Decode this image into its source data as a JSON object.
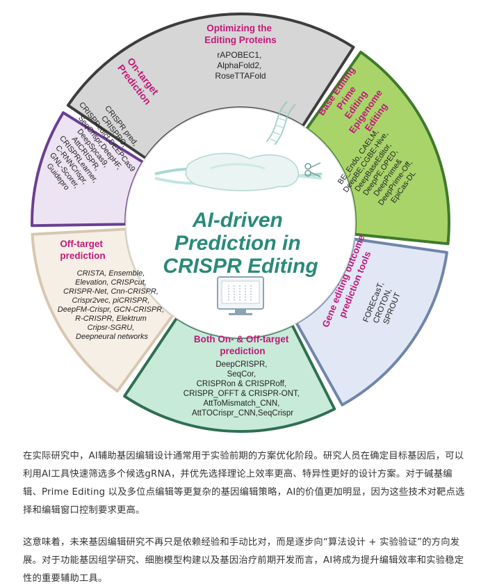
{
  "diagram": {
    "center": {
      "title_lines": [
        "AI-driven",
        "Prediction in",
        "CRISPR Editing"
      ]
    },
    "segments": [
      {
        "id": "optimizing-proteins",
        "heading_lines": [
          "Optimizing the",
          "Editing Proteins"
        ],
        "tools": [
          "rAPOBEC1,",
          "AlphaFold2,",
          "RoseTTAFold"
        ]
      },
      {
        "id": "base-prime-epigenome",
        "heading_lines": [
          "Base Editing",
          "Prime",
          "Editing",
          "Epigenome",
          "Editing"
        ],
        "tools": [
          "BE_Endo, CAELM,",
          "DeepBE,CGBE-Hive,",
          "DeepBaseEditor,",
          "DeepPE,OPED,",
          "DeepPrime&",
          "DeepPrime-Off,",
          "EpiCas-DL"
        ]
      },
      {
        "id": "gene-editing-outcome",
        "heading_lines": [
          "Gene editing outcome",
          "prediction tools"
        ],
        "tools": [
          "FORECasT,",
          "CROTON,",
          "SPROUT"
        ]
      },
      {
        "id": "both-on-off",
        "heading_lines": [
          "Both On- & Off-target",
          "prediction"
        ],
        "tools": [
          "DeepCRISPR,",
          "SeqCor,",
          "CRISPRon & CRISPRoff,",
          "CRISPR_OFFT & CRISPR-ONT,",
          "AttToMismatch_CNN,",
          "AttTOCrispr_CNN,SeqCrispr"
        ]
      },
      {
        "id": "off-target",
        "heading_lines": [
          "Off-target",
          "prediction"
        ],
        "tools": [
          "CRISTA, Ensemble,",
          "Elevation, CRISPcut,",
          "CRISPR-Net, Cnn-CRISPR,",
          "Crispr2vec, piCRISPR,",
          "DeepFM-Crispr, GCN-CRISPR,",
          "R-CRISPR,  Elektrum",
          "Cripsr-SGRU,",
          "Deepneural networks"
        ]
      },
      {
        "id": "on-target",
        "heading_lines": [
          "On-target",
          "Prediction"
        ],
        "tools": [
          "CRISPR pred,",
          "CRISPRO,",
          "CRISPRedict,DEEPCas9",
          "SeqCrispr,DeepHF,",
          "DeepSpcas9,",
          "AttCRISPR,",
          "CRISPRLearner,",
          "C-RNNCrispr,",
          "GNL-Scorer,",
          "Guidepro"
        ]
      }
    ],
    "colors": {
      "heading_magenta": "#c2187a",
      "center_teal": "#2a8a78",
      "seg_gray": "#d6d6d6",
      "seg_green": "#a9d46a",
      "seg_blue": "#e1e7f4",
      "seg_mint": "#c8ead9",
      "seg_beige": "#f6efe6",
      "seg_lavender": "#ece4f2",
      "ring_dark": "#3d3d3d",
      "ring_green": "#3f7a2a",
      "ring_blue": "#6f85ab",
      "ring_mint": "#2f6f52",
      "ring_beige": "#d8c7b0",
      "ring_purple": "#6a3f93"
    },
    "icons": [
      "crispr-cas-complex-icon",
      "dna-helix-icon",
      "scissors-icon",
      "computer-monitor-icon"
    ]
  },
  "paragraphs": [
    "在实际研究中，AI辅助基因编辑设计通常用于实验前期的方案优化阶段。研究人员在确定目标基因后，可以利用AI工具快速筛选多个候选gRNA，并优先选择理论上效率更高、特异性更好的设计方案。对于碱基编辑、Prime Editing 以及多位点编辑等更复杂的基因编辑策略，AI的价值更加明显，因为这些技术对靶点选择和编辑窗口控制要求更高。",
    "这意味着，未来基因编辑研究不再只是依赖经验和手动比对，而是逐步向“算法设计 + 实验验证”的方向发展。对于功能基因组学研究、细胞模型构建以及基因治疗前期开发而言，AI将成为提升编辑效率和实验稳定性的重要辅助工具。"
  ]
}
